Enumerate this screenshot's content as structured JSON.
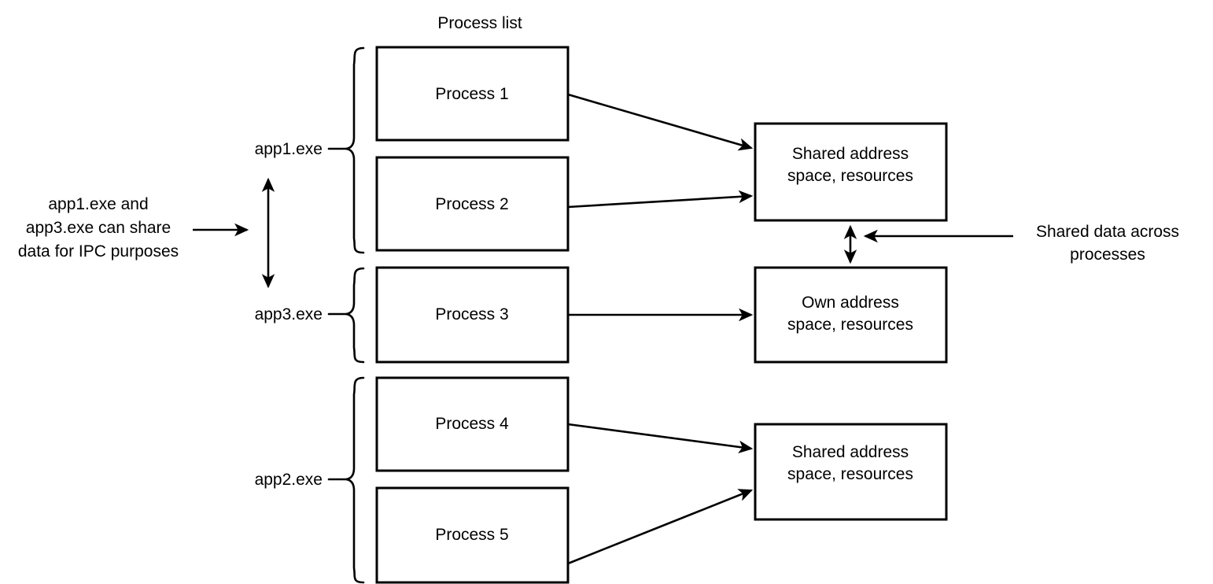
{
  "diagram": {
    "title": "Process list",
    "process_boxes": [
      {
        "id": "process-1",
        "label": "Process 1"
      },
      {
        "id": "process-2",
        "label": "Process 2"
      },
      {
        "id": "process-3",
        "label": "Process 3"
      },
      {
        "id": "process-4",
        "label": "Process 4"
      },
      {
        "id": "process-5",
        "label": "Process 5"
      }
    ],
    "app_labels": [
      {
        "id": "app1",
        "label": "app1.exe"
      },
      {
        "id": "app3",
        "label": "app3.exe"
      },
      {
        "id": "app2",
        "label": "app2.exe"
      }
    ],
    "memory_boxes": [
      {
        "id": "shared-top",
        "line1": "Shared address",
        "line2": "space, resources"
      },
      {
        "id": "own",
        "line1": "Own address",
        "line2": "space, resources"
      },
      {
        "id": "shared-bottom",
        "line1": "Shared address",
        "line2": "space, resources"
      }
    ],
    "left_note": {
      "line1": "app1.exe and",
      "line2": "app3.exe can share",
      "line3": "data for IPC purposes"
    },
    "right_note": {
      "line1": "Shared data across",
      "line2": "processes"
    },
    "colors": {
      "stroke": "#000000",
      "fill": "#ffffff",
      "text": "#000000"
    }
  }
}
